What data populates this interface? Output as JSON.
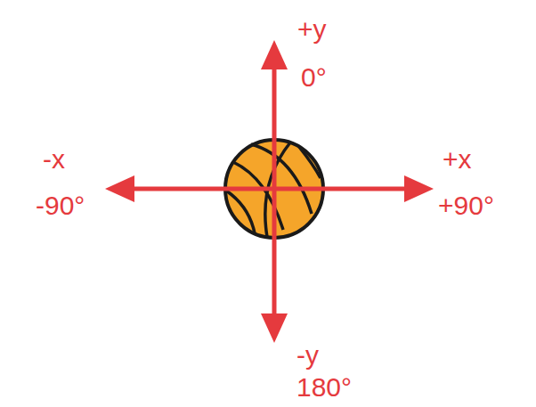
{
  "diagram": {
    "labels": [
      "+y",
      "0°",
      "-x",
      "-90°",
      "+x",
      "+90°",
      "-y",
      "180°"
    ]
  }
}
